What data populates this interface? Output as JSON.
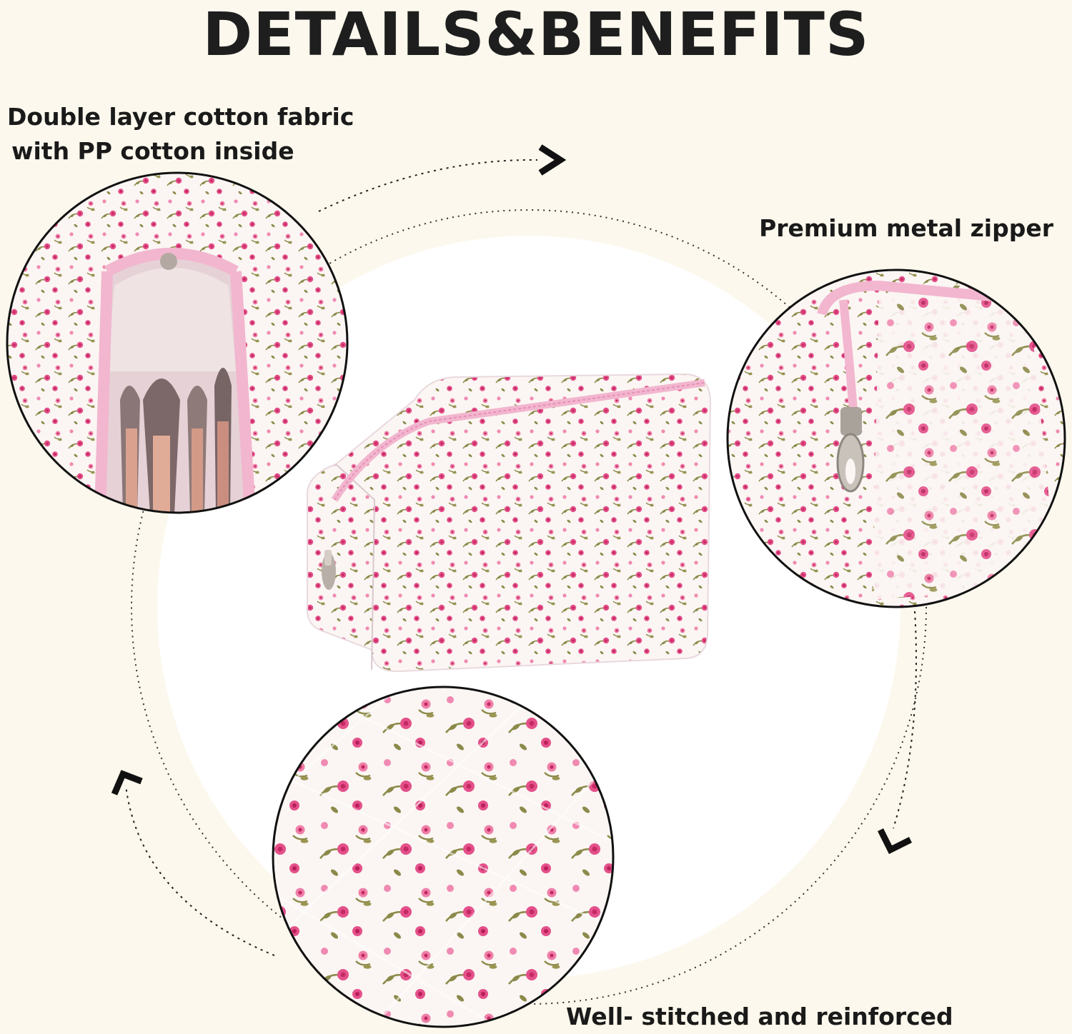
{
  "header": {
    "title": "DETAILS&BENEFITS"
  },
  "callouts": {
    "fabric_line1": "Double layer cotton fabric",
    "fabric_line2": "with PP cotton inside",
    "zipper": "Premium metal zipper",
    "stitching": "Well- stitched and reinforced"
  },
  "colors": {
    "background": "#fcf8ed",
    "fabric_white": "#fbf6f3",
    "rose_pink": "#e4508a",
    "rose_dark": "#c42a62",
    "leaf_green": "#8c8a4a",
    "zipper_pink": "#f2b6cf",
    "text": "#1a1a1a"
  },
  "icons": [
    "arrow-chevron-icon"
  ]
}
